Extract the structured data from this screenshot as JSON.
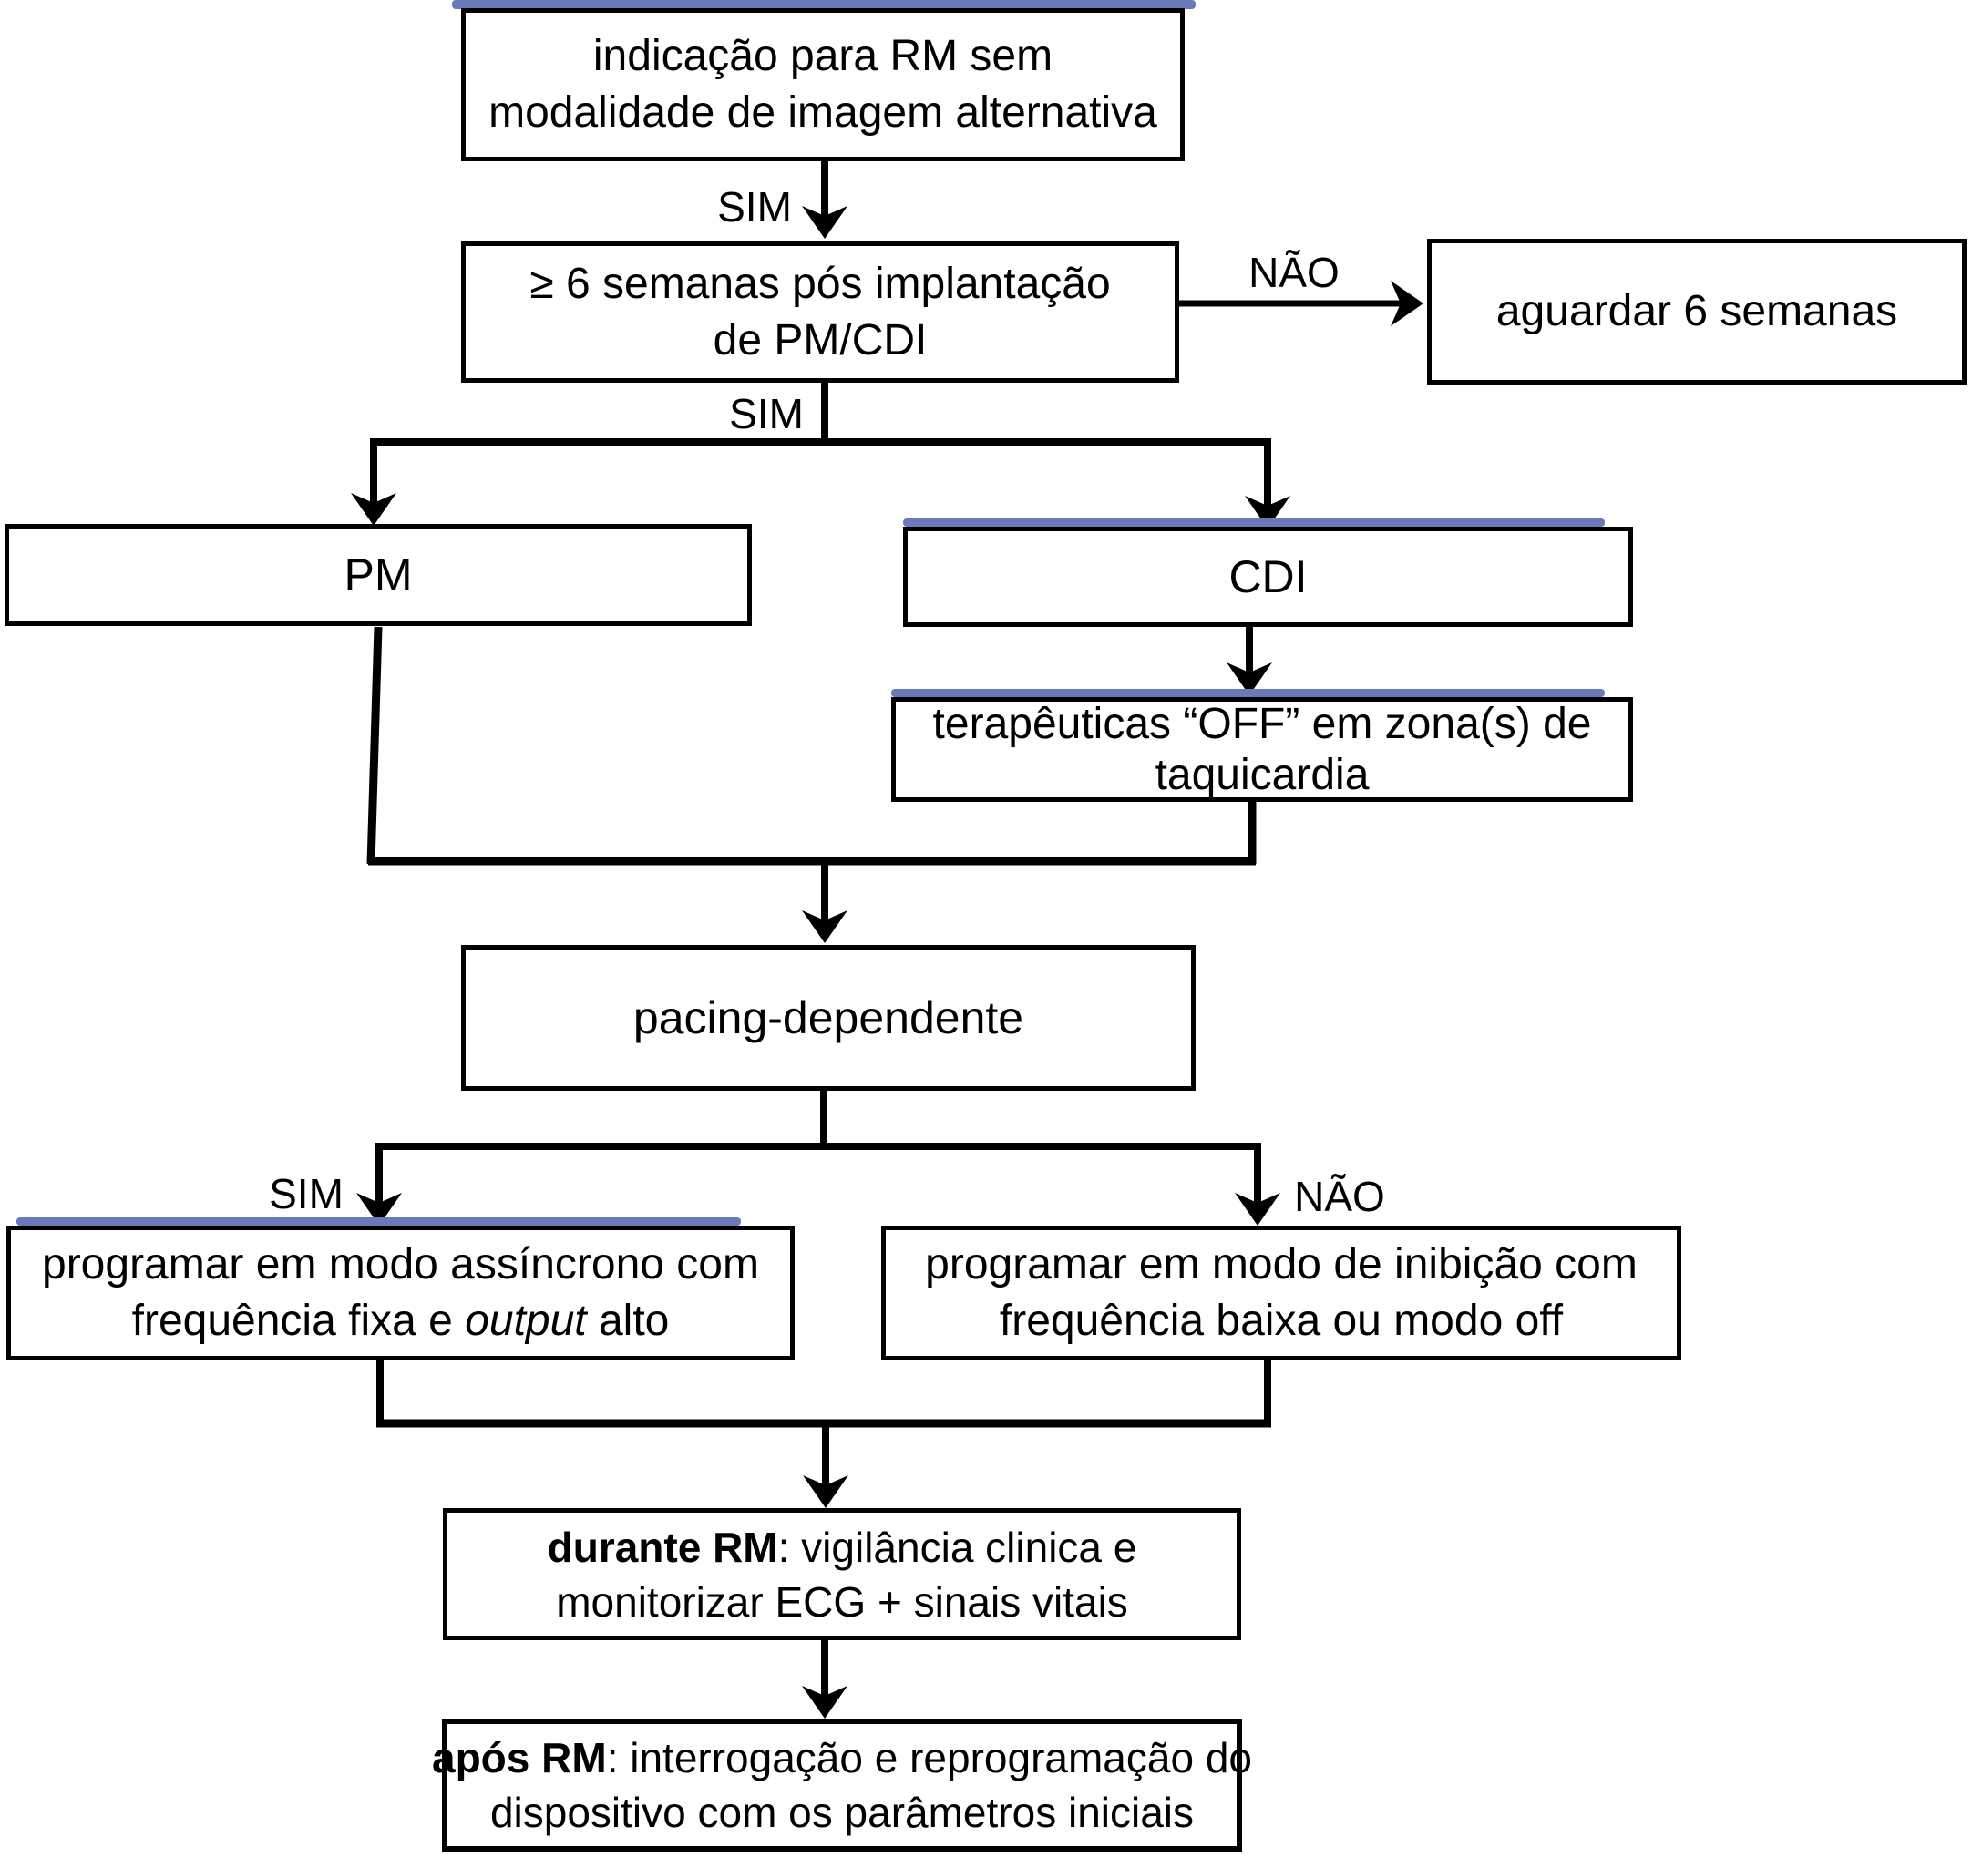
{
  "accent_color": "#6a79ba",
  "labels": {
    "sim1": "SIM",
    "nao1": "NÃO",
    "sim2": "SIM",
    "sim3": "SIM",
    "nao2": "NÃO"
  },
  "boxes": {
    "indication": {
      "line1": "indicação para RM sem",
      "line2": "modalidade de imagem alternativa"
    },
    "six_weeks": {
      "line1": "≥ 6 semanas pós implantação",
      "line2": "de PM/CDI"
    },
    "wait": {
      "text": "aguardar 6 semanas"
    },
    "pm": {
      "text": "PM"
    },
    "cdi": {
      "text": "CDI"
    },
    "therapies_off": {
      "line1": "terapêuticas “OFF” em zona(s) de",
      "line2": "taquicardia"
    },
    "pacing": {
      "text": "pacing-dependente"
    },
    "async_mode": {
      "line1": "programar em modo assíncrono com",
      "line2_pre": "frequência fixa e ",
      "line2_italic": "output",
      "line2_post": " alto"
    },
    "inhibit_mode": {
      "line1": "programar em modo de inibição com",
      "line2": "frequência baixa ou modo off"
    },
    "during_mri": {
      "bold": "durante RM",
      "rest": ": vigilância clinica e",
      "line2": "monitorizar ECG + sinais vitais"
    },
    "after_mri": {
      "bold": "após RM",
      "rest": ": interrogação e reprogramação do",
      "line2": "dispositivo com os parâmetros iniciais"
    }
  }
}
